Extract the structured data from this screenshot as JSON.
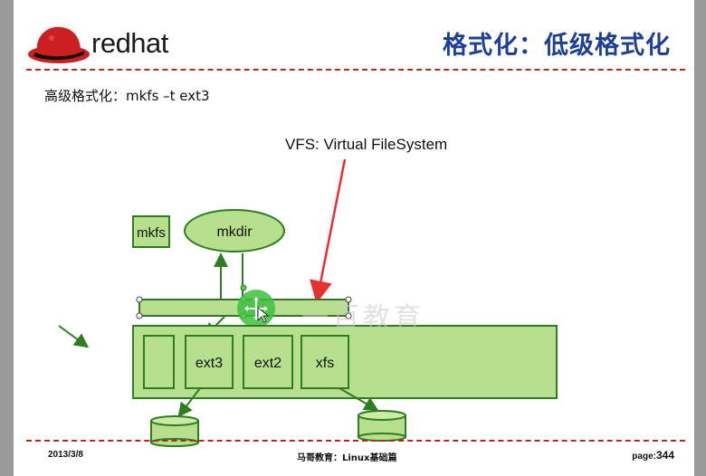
{
  "slide": {
    "brand": "redhat",
    "title": "格式化：低级格式化",
    "subtitle": "高级格式化：mkfs –t ext3",
    "vfs_label": "VFS: Virtual FileSystem",
    "watermark": "一百教育",
    "nodes": {
      "mkfs": "mkfs",
      "mkdir": "mkdir",
      "ext3": "ext3",
      "ext2": "ext2",
      "xfs": "xfs"
    },
    "footer": {
      "date": "2013/3/8",
      "center": "马哥教育：Linux基础篇",
      "page_label": "page:",
      "page_number": "344"
    }
  },
  "colors": {
    "title": "#1d3f96",
    "rule": "#b4291f",
    "box_fill": "#b6e08d",
    "box_stroke": "#2e7d1f",
    "arrow_red": "#e63030",
    "logo_red": "#cc1f1f"
  }
}
